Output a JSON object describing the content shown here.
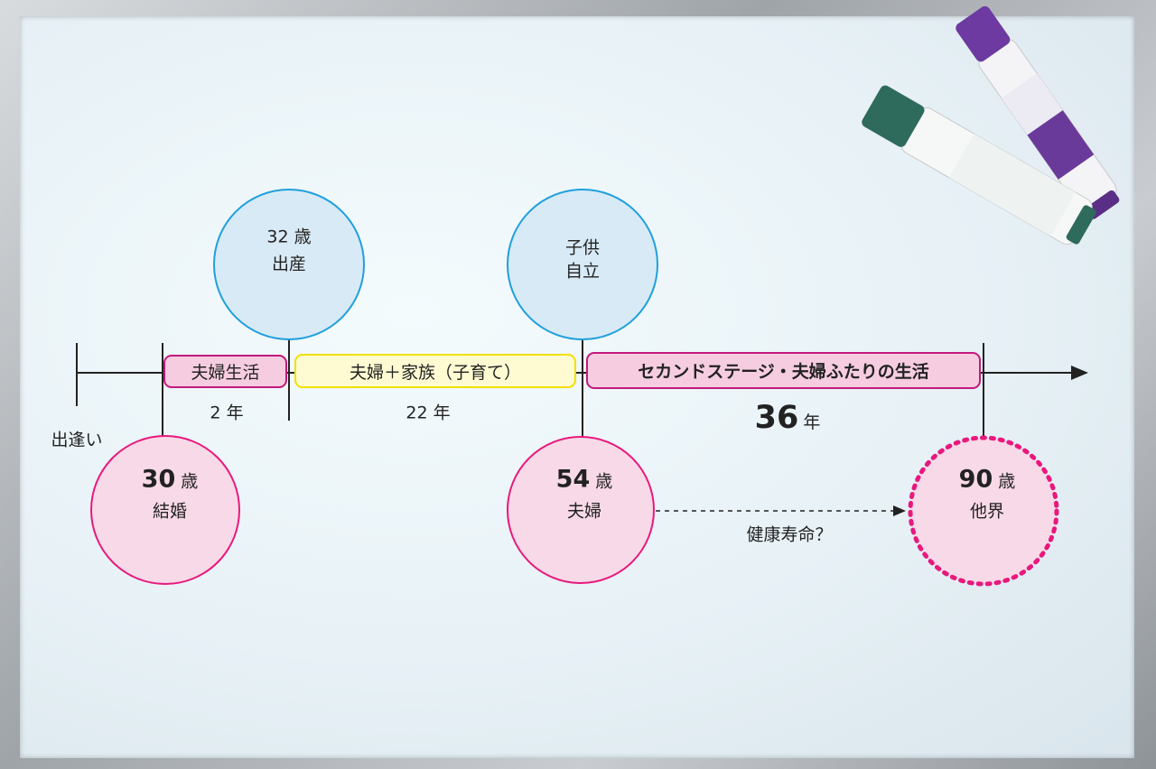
{
  "start_label": "出逢い",
  "segments": [
    {
      "label": "夫婦生活",
      "duration_num": "2",
      "duration_unit": "年"
    },
    {
      "label": "夫婦＋家族（子育て）",
      "duration_num": "22",
      "duration_unit": "年"
    },
    {
      "label": "セカンドステージ・夫婦ふたりの生活",
      "duration_num": "36",
      "duration_unit": "年"
    }
  ],
  "top_events": [
    {
      "line1": "32 歳",
      "line2": "出産"
    },
    {
      "line1": "子供",
      "line2": "自立"
    }
  ],
  "bottom_events": [
    {
      "age": "30",
      "unit": "歳",
      "label": "結婚"
    },
    {
      "age": "54",
      "unit": "歳",
      "label": "夫婦"
    },
    {
      "age": "90",
      "unit": "歳",
      "label": "他界"
    }
  ],
  "dashed_arrow_label": "健康寿命？",
  "colors": {
    "pink_stroke": "#e8187d",
    "pink_fill": "#f8d9e7",
    "blue_stroke": "#1fa0dc",
    "blue_fill": "#d6e9f6",
    "yellow_stroke": "#f1e000"
  },
  "icons": [
    "marker-purple-icon",
    "marker-green-icon"
  ]
}
